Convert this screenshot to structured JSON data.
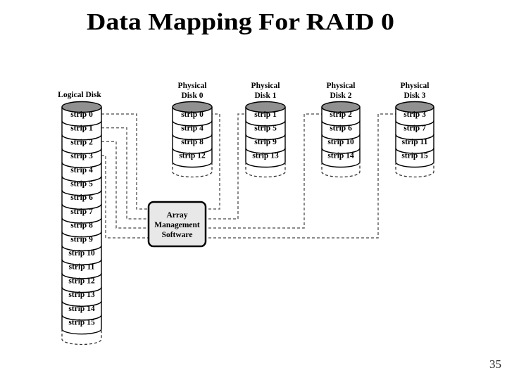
{
  "title": "Data Mapping For RAID 0",
  "page_number": "35",
  "logical_disk": {
    "label": "Logical Disk",
    "strips": [
      "strip 0",
      "strip 1",
      "strip 2",
      "strip 3",
      "strip 4",
      "strip 5",
      "strip 6",
      "strip 7",
      "strip 8",
      "strip 9",
      "strip 10",
      "strip 11",
      "strip 12",
      "strip 13",
      "strip 14",
      "strip 15"
    ]
  },
  "array_box": {
    "lines": [
      "Array",
      "Management",
      "Software"
    ]
  },
  "physical_disks": [
    {
      "label_lines": [
        "Physical",
        "Disk 0"
      ],
      "strips": [
        "strip 0",
        "strip 4",
        "strip 8",
        "strip 12"
      ]
    },
    {
      "label_lines": [
        "Physical",
        "Disk 1"
      ],
      "strips": [
        "strip 1",
        "strip 5",
        "strip 9",
        "strip 13"
      ]
    },
    {
      "label_lines": [
        "Physical",
        "Disk 2"
      ],
      "strips": [
        "strip 2",
        "strip 6",
        "strip 10",
        "strip 14"
      ]
    },
    {
      "label_lines": [
        "Physical",
        "Disk 3"
      ],
      "strips": [
        "strip 3",
        "strip 7",
        "strip 11",
        "strip 15"
      ]
    }
  ],
  "colors": {
    "background": "#ffffff",
    "cylinder_top": "#909090",
    "band_fill": "#ffffff",
    "outline": "#000000",
    "box_fill": "#e8e8e8",
    "dash": "#666666"
  }
}
